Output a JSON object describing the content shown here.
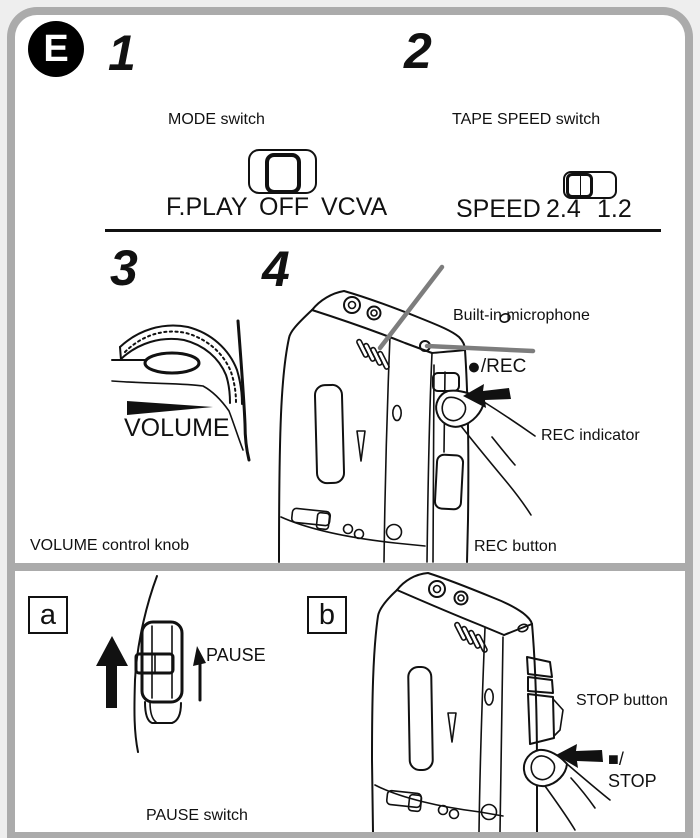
{
  "page": {
    "background": "#eeeeee",
    "frame_color": "#ababab",
    "ink_color": "#111111",
    "callout_color": "#7d7d7d"
  },
  "badge": {
    "letter": "E"
  },
  "steps": {
    "one": "1",
    "two": "2",
    "three": "3",
    "four": "4"
  },
  "mode": {
    "title": "MODE switch",
    "options": [
      "F.PLAY",
      "OFF",
      "VCVA"
    ],
    "selected": "OFF"
  },
  "tape_speed": {
    "title": "TAPE SPEED switch",
    "label": "SPEED",
    "values": [
      "2.4",
      "1.2"
    ],
    "selected": "2.4"
  },
  "volume": {
    "knob_label": "VOLUME",
    "caption": "VOLUME control knob"
  },
  "record": {
    "mic_label": "Built-in microphone",
    "rec_dot": "●",
    "rec_text": "/REC",
    "indicator_label": "REC indicator",
    "button_label": "REC button"
  },
  "pause_panel": {
    "letter": "a",
    "switch_label": "PAUSE",
    "caption": "PAUSE switch"
  },
  "stop_panel": {
    "letter": "b",
    "button_label": "STOP button",
    "stop_line1": "■/",
    "stop_line2": "STOP"
  }
}
